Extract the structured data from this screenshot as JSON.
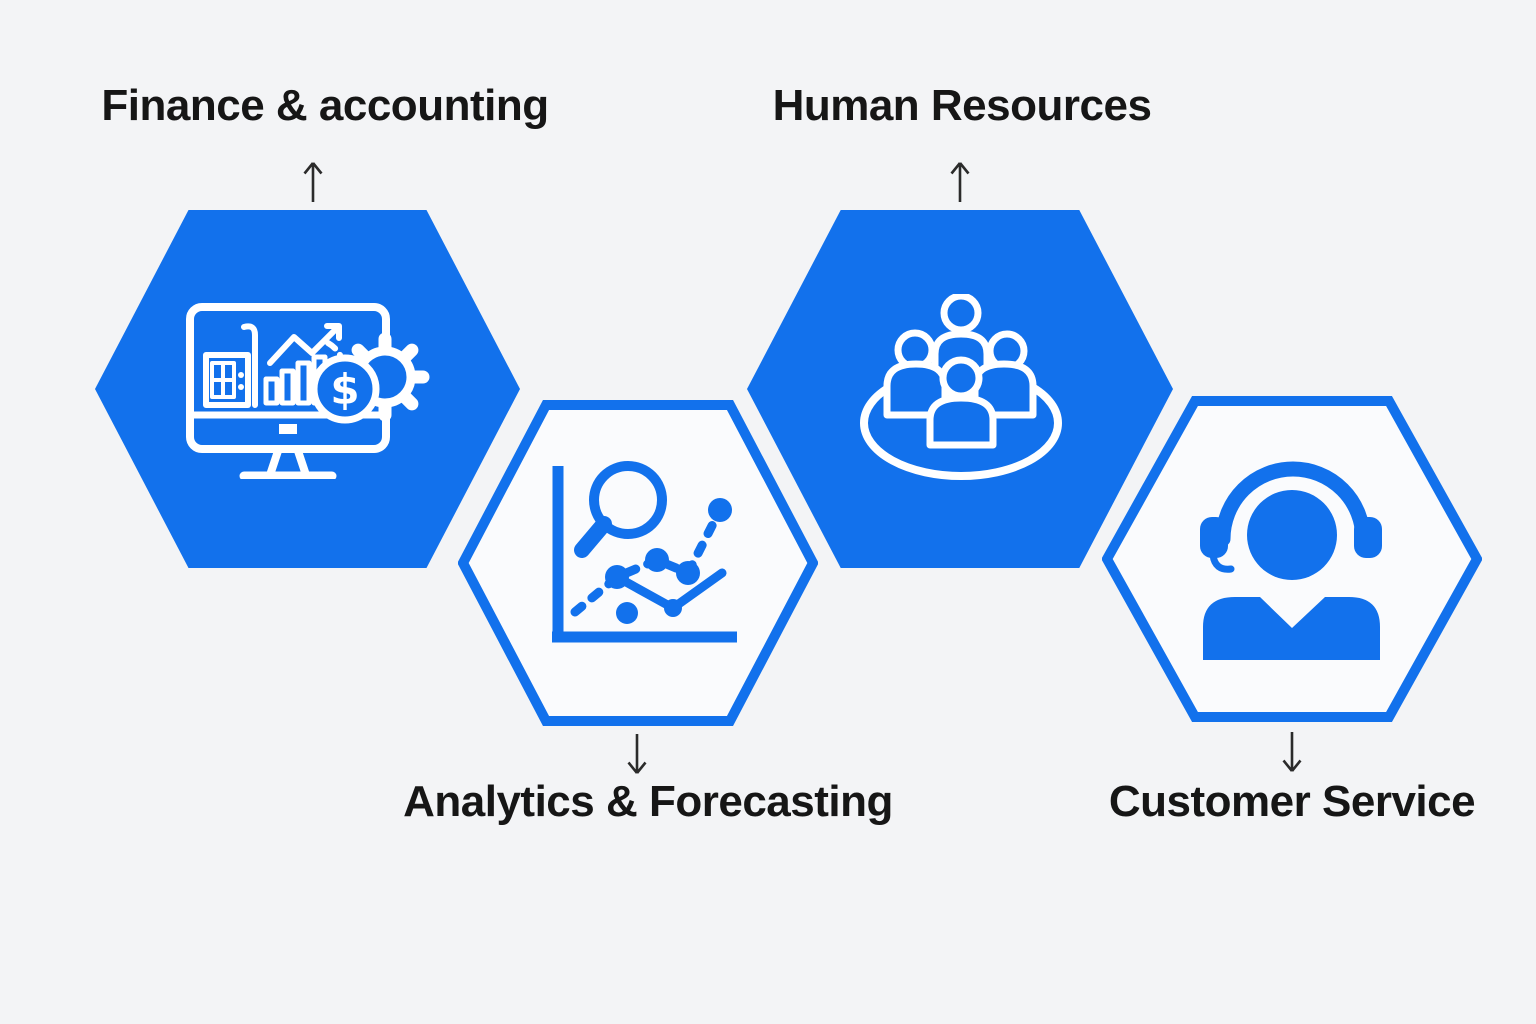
{
  "diagram": {
    "background_color": "#f3f4f6",
    "accent_color": "#1271ec",
    "outlined_hexagon_fill": "#fafbfd",
    "text_color": "#161616",
    "arrow_color": "#2b2b2b",
    "sections": [
      {
        "label": "Finance & accounting",
        "hexagon_style": "solid",
        "arrow": "up",
        "icon": "finance-monitor-chart-icon"
      },
      {
        "label": "Human Resources",
        "hexagon_style": "solid",
        "arrow": "up",
        "icon": "people-group-icon"
      },
      {
        "label": "Analytics & Forecasting",
        "hexagon_style": "outlined",
        "arrow": "down",
        "icon": "magnifier-trend-chart-icon"
      },
      {
        "label": "Customer Service",
        "hexagon_style": "outlined",
        "arrow": "down",
        "icon": "headset-support-icon"
      }
    ]
  }
}
